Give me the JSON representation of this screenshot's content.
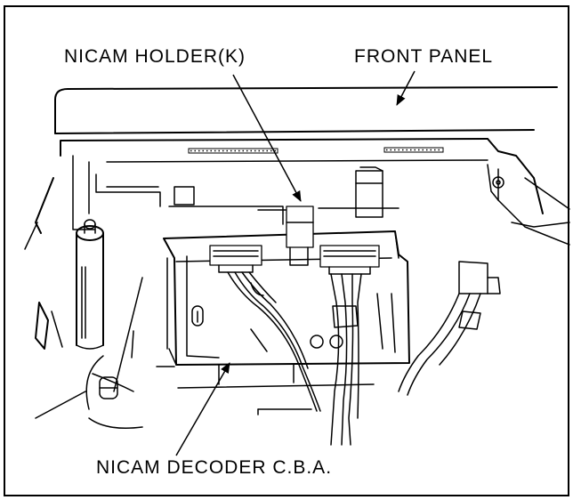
{
  "labels": {
    "nicam_holder": "NICAM HOLDER(K)",
    "front_panel": "FRONT PANEL",
    "nicam_decoder": "NICAM DECODER C.B.A."
  }
}
